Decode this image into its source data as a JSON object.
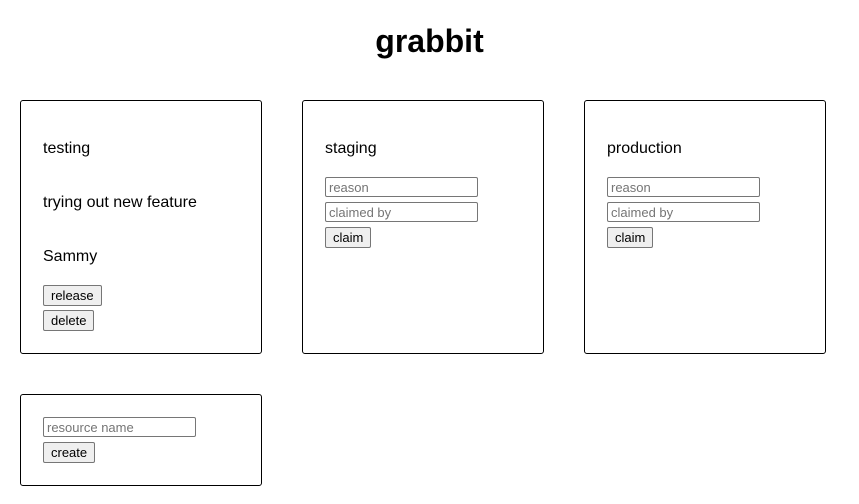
{
  "app": {
    "title": "grabbit"
  },
  "resources": [
    {
      "name": "testing",
      "claimed": true,
      "reason": "trying out new feature",
      "claimed_by": "Sammy",
      "release_label": "release",
      "delete_label": "delete"
    },
    {
      "name": "staging",
      "claimed": false,
      "reason_placeholder": "reason",
      "claimed_by_placeholder": "claimed by",
      "claim_label": "claim"
    },
    {
      "name": "production",
      "claimed": false,
      "reason_placeholder": "reason",
      "claimed_by_placeholder": "claimed by",
      "claim_label": "claim"
    }
  ],
  "create": {
    "name_placeholder": "resource name",
    "create_label": "create"
  }
}
